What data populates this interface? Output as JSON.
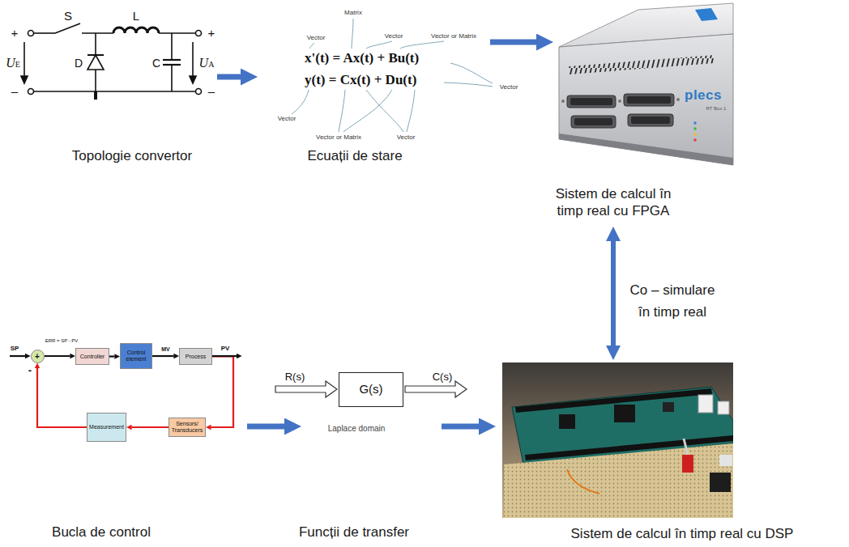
{
  "diagram": {
    "nodes": [
      {
        "text": [
          "Topologie convertor"
        ]
      },
      {
        "text": [
          "Ecuații de stare"
        ]
      },
      {
        "text": [
          "Sistem de calcul în timp real cu FPGA"
        ]
      },
      {
        "text": [
          "Bucla de control"
        ]
      },
      {
        "text": [
          "+"
        ],
        "in": 3
      },
      {
        "text": [
          "Controller"
        ],
        "in": 3
      },
      {
        "text": [
          "Control element"
        ],
        "in": 3
      },
      {
        "text": [
          "Process"
        ],
        "in": 3
      },
      {
        "text": [
          "Measurement"
        ],
        "in": 3
      },
      {
        "text": [
          "Sensors/ Transducers"
        ],
        "in": 3
      },
      {
        "text": [
          "Funcții de transfer"
        ]
      },
      {
        "text": [
          "G(s)"
        ],
        "in": 10
      },
      {
        "text": [
          "Sistem de calcul în timp real cu DSP"
        ]
      }
    ],
    "edges": [
      {
        "from": 0,
        "to": 1,
        "arrow": "to"
      },
      {
        "from": 1,
        "to": 2,
        "arrow": "to"
      },
      {
        "from": 2,
        "to": 12,
        "label": "Co – simulare în timp real",
        "arrow": "both"
      },
      {
        "from": 3,
        "to": 10,
        "arrow": "to"
      },
      {
        "from": 10,
        "to": 12,
        "arrow": "to"
      },
      {
        "from": 4,
        "to": 5,
        "arrow": "to"
      },
      {
        "from": 5,
        "to": 6,
        "arrow": "to"
      },
      {
        "from": 6,
        "to": 7,
        "label": "MV",
        "arrow": "to"
      },
      {
        "from": 7,
        "to": 9,
        "arrow": "to"
      },
      {
        "from": 9,
        "to": 8,
        "arrow": "to"
      },
      {
        "from": 8,
        "to": 4,
        "arrow": "to"
      }
    ],
    "labels": [
      "S",
      "L",
      "+",
      "–",
      "UE",
      "D",
      "C",
      "UA",
      "+",
      "–",
      "Matrix",
      "Vector",
      "Vector",
      "Vector or Matrix",
      "x'(t) = Ax(t) + Bu(t)",
      "y(t) = Cx(t) + Du(t)",
      "Vector",
      "Vector",
      "Vector or Matrix",
      "Vector",
      "plecs",
      "RT Box 1",
      "SP",
      "ERR = SP - PV",
      "-",
      "PV",
      "R(s)",
      "C(s)",
      "Laplace domain"
    ]
  }
}
